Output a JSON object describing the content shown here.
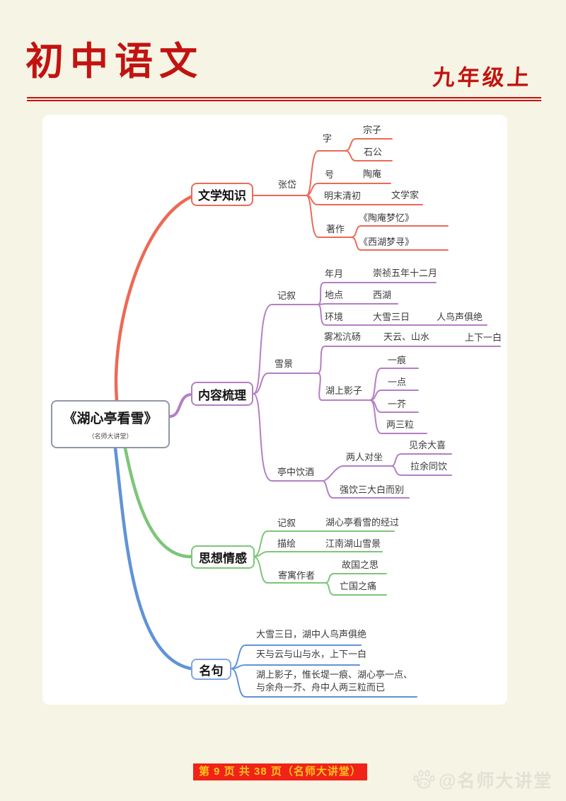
{
  "palette": {
    "background": "#f6f4e4",
    "header_red": "#c21310",
    "branch_red": "#ec6a56",
    "branch_purple": "#b47fc5",
    "branch_green": "#7dc678",
    "branch_blue": "#6093d6",
    "center_border": "#9097a8",
    "footer_bg": "#f02318",
    "footer_text": "#ffc41c"
  },
  "header": {
    "title": "初中语文",
    "grade": "九年级上"
  },
  "center": {
    "title": "《湖心亭看雪》",
    "subtitle": "（名师大讲堂）"
  },
  "b1": {
    "label": "文学知识",
    "zhangdai": "张岱",
    "zi": "字",
    "zongzi": "宗子",
    "shigong": "石公",
    "hao": "号",
    "taoan": "陶庵",
    "mingmo": "明末清初",
    "wenxuejia": "文学家",
    "zhuzuo": "著作",
    "work1": "《陶庵梦忆》",
    "work2": "《西湖梦寻》"
  },
  "b2": {
    "label": "内容梳理",
    "jixu": "记叙",
    "nianyue": "年月",
    "nianyue_v": "崇祯五年十二月",
    "didian": "地点",
    "didian_v": "西湖",
    "huanjing": "环境",
    "huanjing_v1": "大雪三日",
    "huanjing_v2": "人鸟声俱绝",
    "xuejing": "雪景",
    "wusong": "雾凇沆砀",
    "tianyun": "天云、山水",
    "shangxiayibai": "上下一白",
    "huyingzi": "湖上影子",
    "yihen": "一痕",
    "yidian": "一点",
    "yijie": "一芥",
    "liangsanli": "两三粒",
    "tingzhong": "亭中饮酒",
    "liangren": "两人对坐",
    "jianyu": "见余大喜",
    "layu": "拉余同饮",
    "qiangyin": "强饮三大白而别"
  },
  "b3": {
    "label": "思想情感",
    "jixu": "记叙",
    "jixu_v": "湖心亭看雪的经过",
    "miaohui": "描绘",
    "miaohui_v": "江南湖山雪景",
    "jiyu": "寄寓作者",
    "guguo": "故国之思",
    "wangguo": "亡国之痛"
  },
  "b4": {
    "label": "名句",
    "s1": "大雪三日，湖中人鸟声俱绝",
    "s2": "天与云与山与水，上下一白",
    "s3a": "湖上影子，惟长堤一痕、湖心亭一点、",
    "s3b": "与余舟一芥、舟中人两三粒而已"
  },
  "footer": {
    "page_info": "第 9 页 共 38 页（名师大讲堂）",
    "watermark_logo": "du",
    "watermark_text": "@名师大讲堂"
  }
}
